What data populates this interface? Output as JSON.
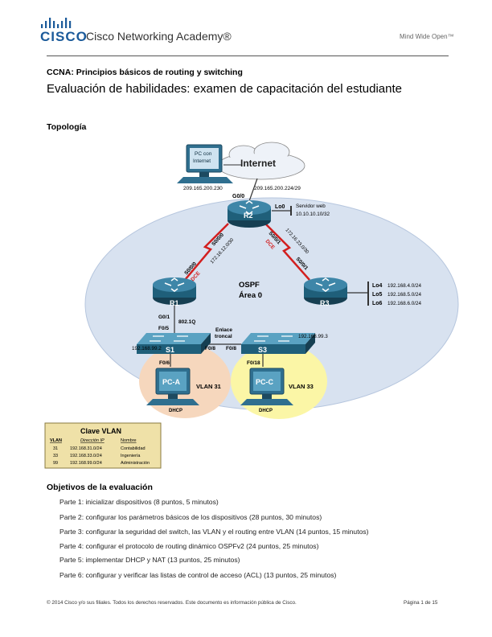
{
  "header": {
    "brand": "CISCO",
    "academy": "Cisco Networking Academy®",
    "tagline": "Mind Wide Open™"
  },
  "course": "CCNA: Principios básicos de routing y switching",
  "title": "Evaluación de habilidades: examen de capacitación del estudiante",
  "topology": {
    "heading": "Topología",
    "pc_internet": [
      "PC con",
      "Internet"
    ],
    "internet": "Internet",
    "ip_pc_internet": "209.165.200.230",
    "ip_net_r2": "209.165.200.224/29",
    "r2_g00": "G0/0",
    "r2": "R2",
    "lo0": "Lo0",
    "server_web": "Servidor web",
    "server_ip": "10.10.10.10/32",
    "r1": "R1",
    "r3": "R3",
    "s000_a": "S0/0/0",
    "s000_b": "S0/0/0",
    "s001_a": "S0/0/1",
    "s001_b": "S0/0/1",
    "dce1": "DCE",
    "dce2": "DCE",
    "link1_net": "172.16.12.0/30",
    "link2_net": "172.16.23.0/30",
    "ospf": "OSPF",
    "area": "Área 0",
    "lo4": "Lo4",
    "lo5": "Lo5",
    "lo6": "Lo6",
    "lo4_net": "192.168.4.0/24",
    "lo5_net": "192.168.5.0/24",
    "lo6_net": "192.168.6.0/24",
    "r1_g01": "G0/1",
    "dot1q": "802.1Q",
    "s1_f05": "F0/5",
    "s1": "S1",
    "s3": "S3",
    "s1_ip": "192.168.99.2",
    "s3_ip": "192.168.99.3",
    "trunk": [
      "Enlace",
      "troncal"
    ],
    "s1_f08": "F0/8",
    "s3_f08": "F0/8",
    "s1_f06": "F0/6",
    "s3_f18": "F0/18",
    "pca": "PC-A",
    "pcc": "PC-C",
    "vlan31": "VLAN 31",
    "vlan33": "VLAN 33",
    "dhcp_a": "DHCP",
    "dhcp_c": "DHCP"
  },
  "vlan_key": {
    "title": "Clave VLAN",
    "headers": [
      "VLAN",
      "Dirección IP",
      "Nombre"
    ],
    "rows": [
      [
        "31",
        "192.168.31.0/24",
        "Contabilidad"
      ],
      [
        "33",
        "192.168.33.0/24",
        "Ingeniería"
      ],
      [
        "99",
        "192.168.99.0/24",
        "Administración"
      ]
    ]
  },
  "objectives": {
    "heading": "Objetivos de la evaluación",
    "parts": [
      "Parte 1: inicializar dispositivos (8 puntos, 5 minutos)",
      "Parte 2: configurar los parámetros básicos de los dispositivos (28 puntos, 30 minutos)",
      "Parte 3: configurar la seguridad del switch, las VLAN y el routing entre VLAN (14 puntos, 15 minutos)",
      "Parte 4: configurar el protocolo de routing dinámico OSPFv2 (24 puntos, 25 minutos)",
      "Parte 5: implementar DHCP y NAT (13 puntos, 25 minutos)",
      "Parte 6: configurar y verificar las listas de control de acceso (ACL) (13 puntos, 25 minutos)"
    ]
  },
  "footer": {
    "copyright": "© 2014 Cisco y/o sus filiales. Todos los derechos reservados. Este documento es información pública de Cisco.",
    "page": "Página 1 de 15"
  },
  "colors": {
    "brand_blue": "#1b5a9a",
    "ospf_area": "#d8e2f0",
    "vlan31_bg": "#f6d7bd",
    "vlan33_bg": "#fbf6a6",
    "router": "#1f5f7a",
    "serial_link": "#d21f1f",
    "key_bg": "#efe1a8"
  }
}
